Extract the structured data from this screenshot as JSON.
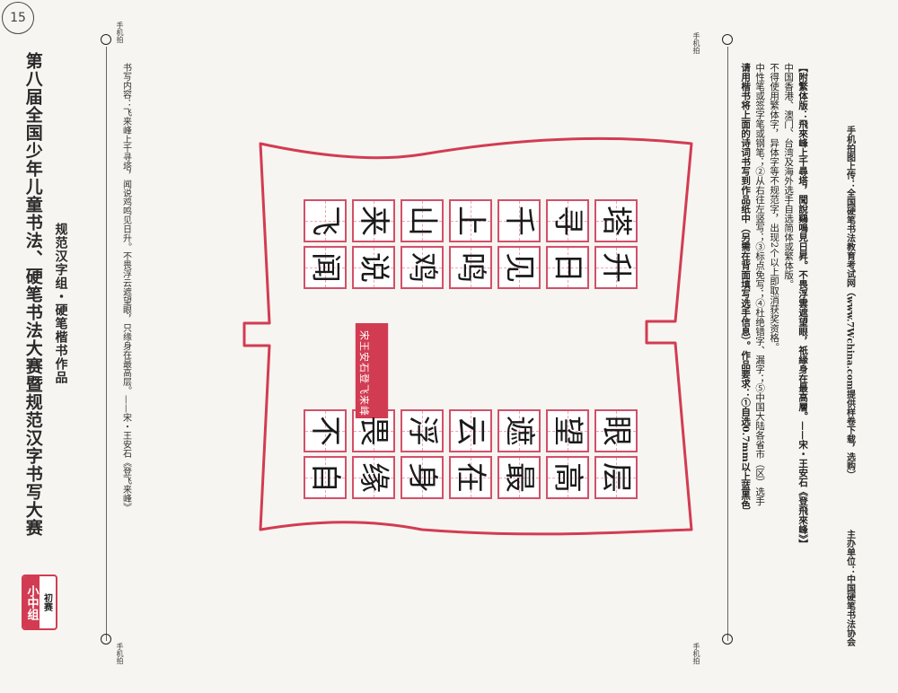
{
  "header": {
    "title": "第八届全国少年儿童书法、硬笔书法大赛暨规范汉字书写大赛",
    "subtitle": "规范汉字组・硬笔楷书作品",
    "group": "小中组",
    "round": "初赛",
    "number_mark": "15"
  },
  "writing_content": "书写内容：飞来峰上千寻塔，闻说鸡鸣见日升。不畏浮云遮望眼，只缘身在最高层。——宋・王安石《登飞来峰》",
  "poem_columns": [
    [
      "飞",
      "闻"
    ],
    [
      "来",
      "说"
    ],
    [
      "山",
      "鸡"
    ],
    [
      "上",
      "鸣"
    ],
    [
      "千",
      "见"
    ],
    [
      "寻",
      "日"
    ],
    [
      "塔",
      "升"
    ]
  ],
  "poem_columns_lower": [
    [
      "不",
      "自"
    ],
    [
      "畏",
      "缘"
    ],
    [
      "浮",
      "身"
    ],
    [
      "云",
      "在"
    ],
    [
      "遮",
      "最"
    ],
    [
      "望",
      "高"
    ],
    [
      "眼",
      "层"
    ]
  ],
  "signature": [
    "宋",
    "王",
    "安",
    "石",
    "登",
    "飞",
    "来",
    "峰"
  ],
  "requirements": {
    "line1": "请用楷书将上面的诗词书写到作品纸中（另需在背面填写选手信息）。作品要求：①自选0.7mm以上蓝黑色",
    "line2": "中性笔或签字笔或钢笔；②从右往左竖写；③标点免写；④杜绝错字、漏字；⑤中国大陆各省市（区）选手",
    "line3": "不得使用繁体字，异体字等不规范字，出现2个以上即取消获奖资格。",
    "line4": "中国香港、澳门、台湾及海外选手自选简体或繁体版。",
    "line5": "【附繁体版：飛來峰上千尋塔，聞說鷄鳴見日昇。不畏浮雲遮望眼，祇緣身在最高層。——宋・王安石《登飛來峰》】"
  },
  "footer": {
    "upload": "手机拍图上传：全国硬笔书法教育考试网（www.7Wchina.com提供样卷下载，选购）",
    "organizer": "主办单位：中国硬笔书法协会"
  },
  "marks": {
    "phone_label": "手机拍"
  }
}
